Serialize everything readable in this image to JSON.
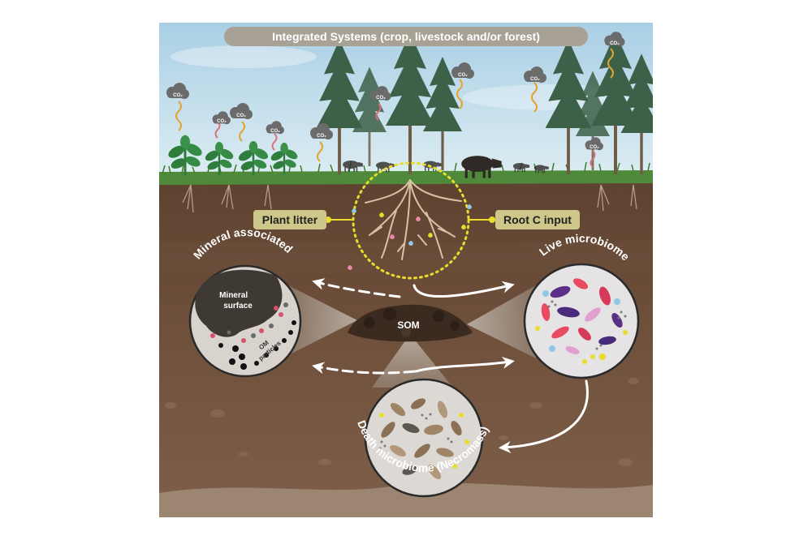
{
  "title": "Integrated Systems (crop, livestock and/or forest)",
  "labels": {
    "plant_litter": "Plant litter",
    "root_c_input": "Root C input",
    "som": "SOM",
    "mineral_associated": "Mineral associated",
    "live_microbiome": "Live microbiome",
    "death_microbiome": "Death microbiome (Necromass)",
    "mineral_surface_line1": "Mineral",
    "mineral_surface_line2": "surface",
    "om_particles_line1": "OM",
    "om_particles_line2": "particles",
    "co2": "CO₂"
  },
  "colors": {
    "sky": "#bcd9ea",
    "soil_top": "#6a4a35",
    "soil_bottom": "#866854",
    "title_bg": "#a59f92",
    "label_bg": "#cdc88a",
    "highlight": "#e8dc2c",
    "arrow": "#ffffff"
  }
}
